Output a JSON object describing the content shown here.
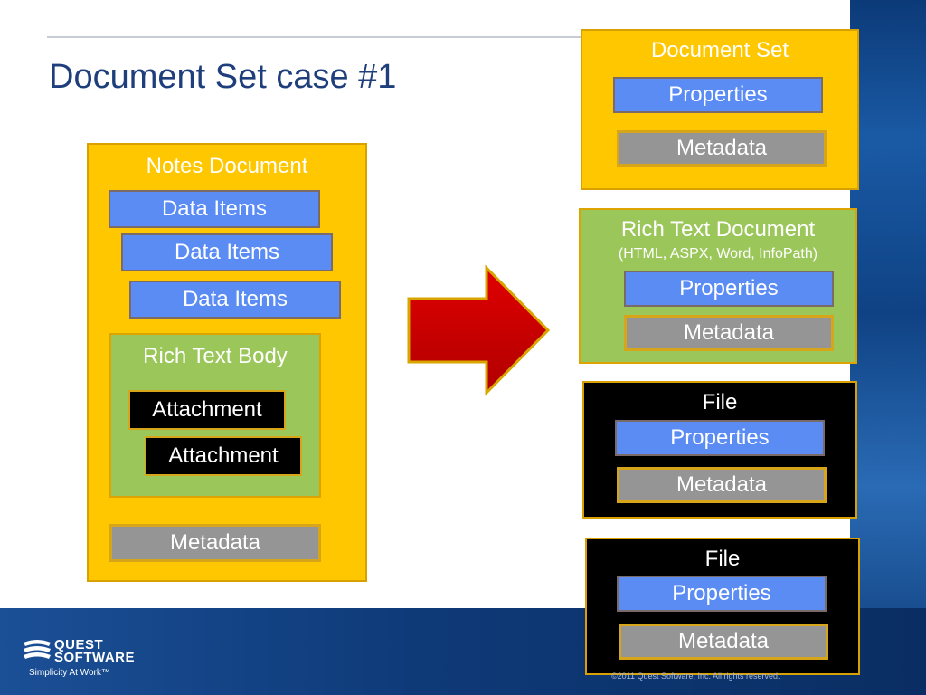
{
  "slide": {
    "title": "Document Set case #1"
  },
  "notes_document": {
    "title": "Notes Document",
    "data_items": [
      "Data Items",
      "Data Items",
      "Data Items"
    ],
    "rich_text_body": {
      "title": "Rich Text Body",
      "attachments": [
        "Attachment",
        "Attachment"
      ]
    },
    "metadata": "Metadata"
  },
  "document_set": {
    "title": "Document Set",
    "properties": "Properties",
    "metadata": "Metadata"
  },
  "rich_text_document": {
    "title": "Rich Text Document",
    "subtitle": "(HTML, ASPX, Word, InfoPath)",
    "properties": "Properties",
    "metadata": "Metadata"
  },
  "files": [
    {
      "title": "File",
      "properties": "Properties",
      "metadata": "Metadata"
    },
    {
      "title": "File",
      "properties": "Properties",
      "metadata": "Metadata"
    }
  ],
  "footer": {
    "logo_line1": "QUEST",
    "logo_line2": "SOFTWARE",
    "tagline": "Simplicity At Work™",
    "copyright": "©2011 Quest Software, Inc. All rights reserved."
  },
  "colors": {
    "container_yellow": "#ffc700",
    "rich_text_green": "#9bc65a",
    "properties_blue": "#5b8cf4",
    "metadata_gray": "#959595",
    "arrow_red": "#cc0000",
    "title_blue": "#1f3f7c"
  },
  "icons": {
    "arrow": "right-arrow-icon",
    "logo": "quest-logo-icon"
  }
}
